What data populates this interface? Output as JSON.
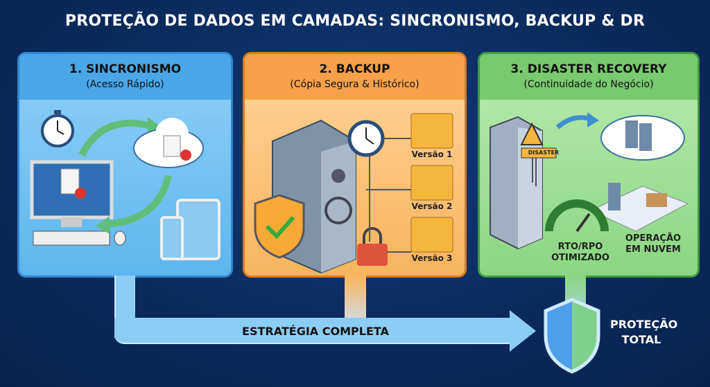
{
  "title": "PROTEÇÃO DE DADOS EM CAMADAS: SINCRONISMO, BACKUP & DR",
  "panels": [
    {
      "title": "1. SINCRONISMO",
      "subtitle": "(Acesso Rápido)"
    },
    {
      "title": "2. BACKUP",
      "subtitle": "(Cópia Segura & Histórico)",
      "versions": [
        "Versão 1",
        "Versão 2",
        "Versão 3"
      ]
    },
    {
      "title": "3. DISASTER RECOVERY",
      "subtitle": "(Continuidade do Negócio)",
      "sign": "DISASTER",
      "gauge_label": "RTO/RPO OTIMIZADO",
      "cloud_label": "OPERAÇÃO EM NUVEM"
    }
  ],
  "flow": {
    "label": "ESTRATÉGIA COMPLETA",
    "result": "PROTEÇÃO TOTAL"
  },
  "colors": {
    "background": "#0b2a5c",
    "sync": "#4aa6e6",
    "backup": "#f6a04a",
    "dr": "#79c96f"
  }
}
